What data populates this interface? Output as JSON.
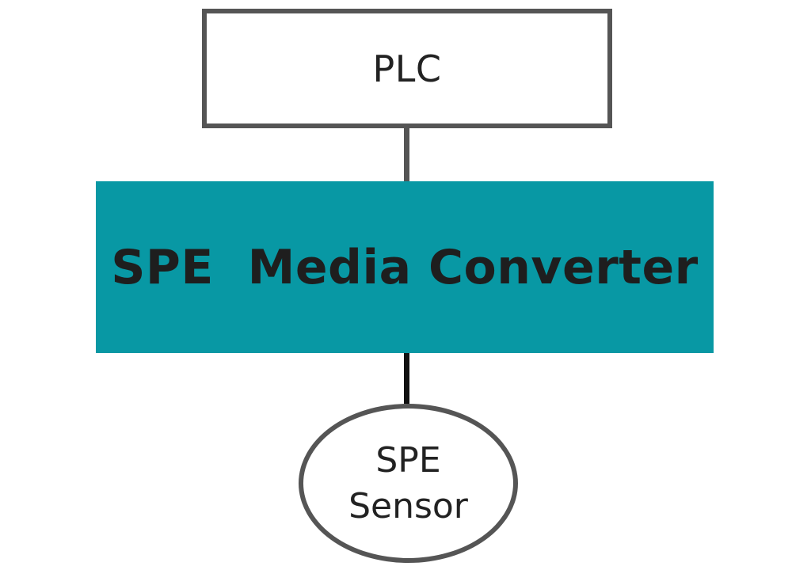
{
  "colors": {
    "converter_fill": "#0898a4",
    "node_border": "#555555",
    "text": "#222222"
  },
  "nodes": {
    "plc": {
      "label": "PLC"
    },
    "converter": {
      "label": "SPE  Media Converter"
    },
    "sensor": {
      "line1": "SPE",
      "line2": "Sensor"
    }
  }
}
